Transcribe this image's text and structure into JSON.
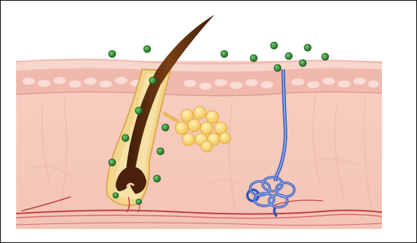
{
  "diagram": {
    "subject": "skin-cross-section",
    "labels": [],
    "colors": {
      "background": "#ffffff",
      "border": "#000000",
      "epidermis": "#f2c0b5",
      "epidermis_texture": "#f8dcd3",
      "dermis": "#f8cfc3",
      "dermis_fibers": "#e8aaa2",
      "hair_shaft": "#5a2a0e",
      "hair_highlight": "#9a5a2a",
      "follicle_sheath": "#f2d48a",
      "sebaceous_gland": "#f6cf64",
      "sweat_duct": "#4e72c8",
      "blood_vessel": "#c83a3a",
      "particle": "#2e7d2e"
    },
    "structures": [
      "epidermis",
      "dermis",
      "hair-follicle",
      "hair-shaft",
      "sebaceous-gland",
      "sweat-duct",
      "sweat-gland-coil",
      "blood-vessels",
      "green-particles"
    ]
  }
}
